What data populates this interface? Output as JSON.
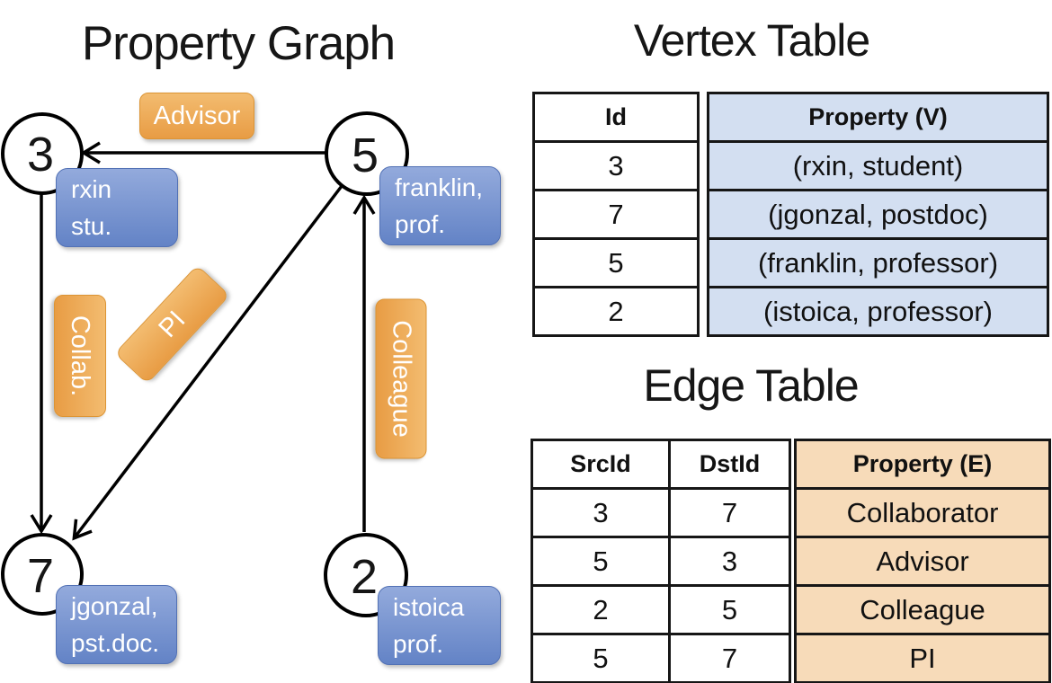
{
  "titles": {
    "graph": "Property Graph",
    "vertex_table": "Vertex Table",
    "edge_table": "Edge Table"
  },
  "graph": {
    "nodes": [
      {
        "label": "3"
      },
      {
        "label": "5"
      },
      {
        "label": "7"
      },
      {
        "label": "2"
      }
    ],
    "edge_labels": [
      {
        "label": "Advisor"
      },
      {
        "label": "Collab."
      },
      {
        "label": "PI"
      },
      {
        "label": "Colleague"
      }
    ],
    "vertex_labels": [
      {
        "line1": "rxin",
        "line2": "stu."
      },
      {
        "line1": "franklin,",
        "line2": "prof."
      },
      {
        "line1": "jgonzal,",
        "line2": "pst.doc."
      },
      {
        "line1": "istoica",
        "line2": "prof."
      }
    ]
  },
  "vertex_table": {
    "headers": {
      "id": "Id",
      "property": "Property (V)"
    },
    "rows": [
      {
        "id": "3",
        "property": "(rxin, student)"
      },
      {
        "id": "7",
        "property": "(jgonzal, postdoc)"
      },
      {
        "id": "5",
        "property": "(franklin, professor)"
      },
      {
        "id": "2",
        "property": "(istoica, professor)"
      }
    ]
  },
  "edge_table": {
    "headers": {
      "src": "SrcId",
      "dst": "DstId",
      "property": "Property (E)"
    },
    "rows": [
      {
        "src": "3",
        "dst": "7",
        "property": "Collaborator"
      },
      {
        "src": "5",
        "dst": "3",
        "property": "Advisor"
      },
      {
        "src": "2",
        "dst": "5",
        "property": "Colleague"
      },
      {
        "src": "5",
        "dst": "7",
        "property": "PI"
      }
    ]
  },
  "colors": {
    "edge_label_top": "#F3BC70",
    "edge_label_bottom": "#E89C44",
    "edge_label_border": "#DC9434",
    "vertex_label_top": "#93AADC",
    "vertex_label_bottom": "#6383C6",
    "vertex_label_border": "#5271B5",
    "vertex_table_fill": "#D3DFF1",
    "edge_table_fill": "#F7DBB9"
  }
}
